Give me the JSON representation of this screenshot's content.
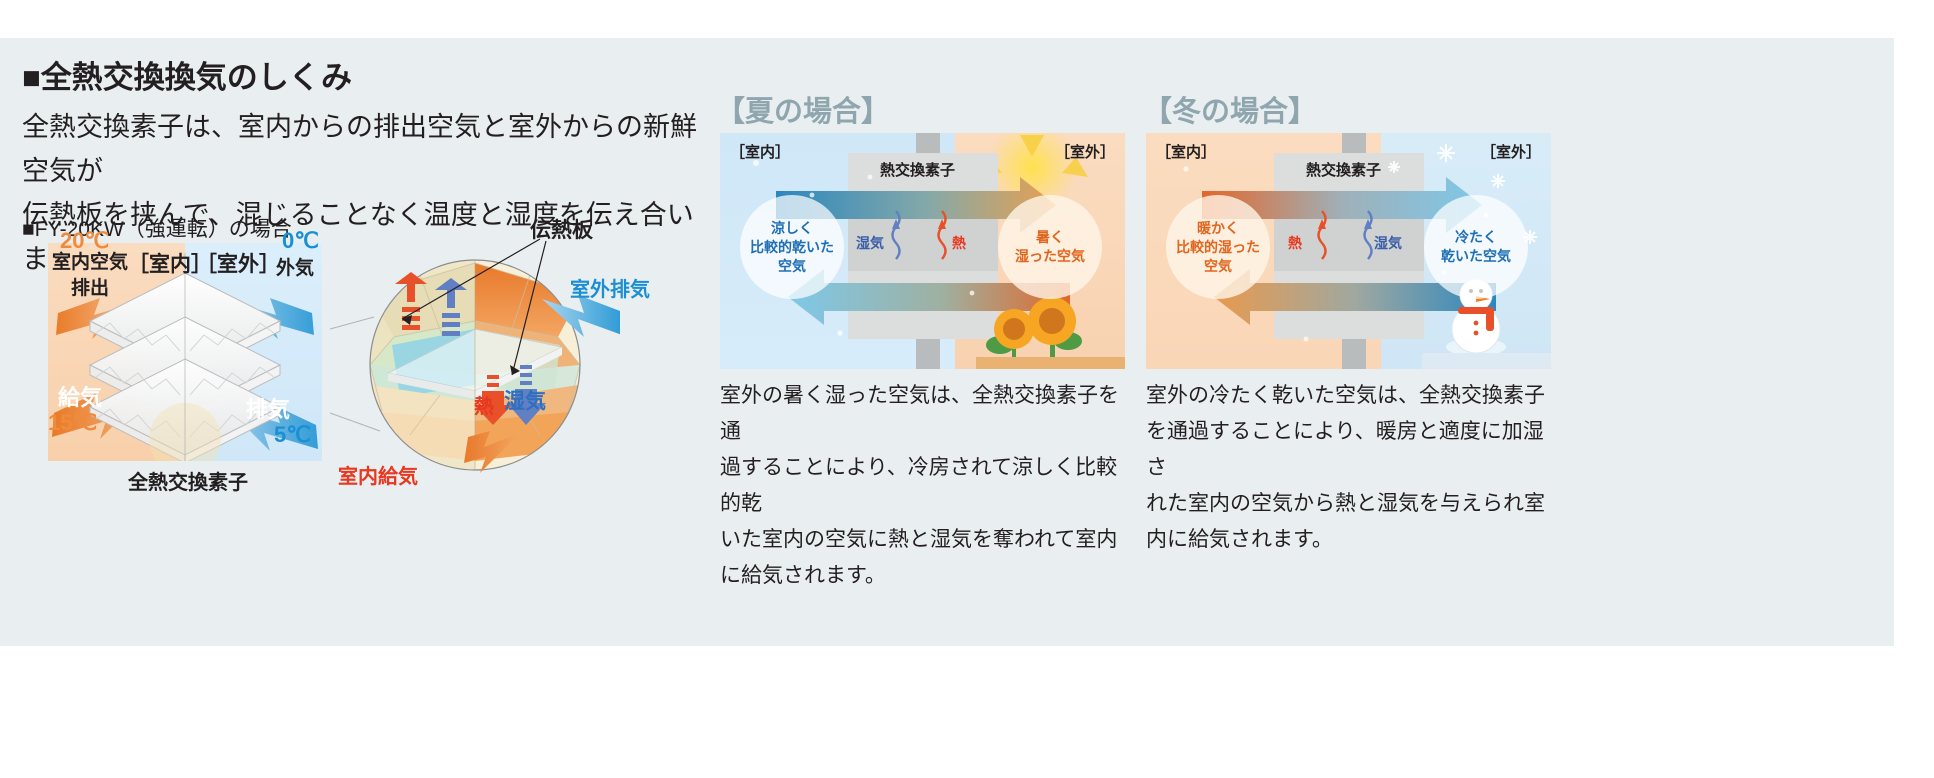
{
  "header": {
    "title": "■全熱交換換気のしくみ",
    "description": "全熱交換素子は、室内からの排出空気と室外からの新鮮空気が伝熱板を挟んで、混じることなく温度と湿度を伝え合います。",
    "description_line1": "全熱交換素子は、室内からの排出空気と室外からの新鮮空気が",
    "description_line2": "伝熱板を挟んで、混じることなく温度と湿度を伝え合います。",
    "subtitle": "■FY-20KW（強運転）の場合"
  },
  "element_diagram": {
    "indoor_tag": "［室内］",
    "outdoor_tag": "［室外］",
    "indoor_temp": "20℃",
    "indoor_air_label_line1": "室内空気",
    "indoor_air_label_line2": "排出",
    "outdoor_temp": "0℃",
    "outdoor_air_label": "外気",
    "supply_label": "給気",
    "supply_temp": "15℃",
    "exhaust_label": "排気",
    "exhaust_temp": "5℃",
    "element_caption": "全熱交換素子"
  },
  "sphere_diagram": {
    "plate_label": "伝熱板",
    "outdoor_exhaust_label": "室外排気",
    "indoor_supply_label": "室内給気",
    "heat_label": "熱",
    "humidity_label": "湿気"
  },
  "summer": {
    "title": "【夏の場合】",
    "indoor_tag": "［室内］",
    "outdoor_tag": "［室外］",
    "element_tag": "熱交換素子",
    "indoor_bubble_line1": "涼しく",
    "indoor_bubble_line2": "比較的乾いた",
    "indoor_bubble_line3": "空気",
    "outdoor_bubble_line1": "暑く",
    "outdoor_bubble_line2": "湿った空気",
    "humidity_label": "湿気",
    "heat_label": "熱",
    "caption": "室外の暑く湿った空気は、全熱交換素子を通過することにより、冷房されて涼しく比較的乾いた室内の空気に熱と湿気を奪われて室内に給気されます。",
    "caption_lines": [
      "室外の暑く湿った空気は、全熱交換素子を通",
      "過することにより、冷房されて涼しく比較的乾",
      "いた室内の空気に熱と湿気を奪われて室内",
      "に給気されます。"
    ]
  },
  "winter": {
    "title": "【冬の場合】",
    "indoor_tag": "［室内］",
    "outdoor_tag": "［室外］",
    "element_tag": "熱交換素子",
    "indoor_bubble_line1": "暖かく",
    "indoor_bubble_line2": "比較的湿った",
    "indoor_bubble_line3": "空気",
    "outdoor_bubble_line1": "冷たく",
    "outdoor_bubble_line2": "乾いた空気",
    "humidity_label": "湿気",
    "heat_label": "熱",
    "caption": "室外の冷たく乾いた空気は、全熱交換素子を通過することにより、暖房と適度に加湿された室内の空気から熱と湿気を与えられ室内に給気されます。",
    "caption_lines": [
      "室外の冷たく乾いた空気は、全熱交換素子",
      "を通過することにより、暖房と適度に加湿さ",
      "れた室内の空気から熱と湿気を与えられ室",
      "内に給気されます。"
    ]
  },
  "colors": {
    "background": "#e9eef0",
    "warm": "#ef8b3c",
    "cool": "#1b8fd4",
    "heat_red": "#e8381f",
    "humidity_blue": "#2f6fc0",
    "season_title": "#8fa6ae",
    "text": "#231f20"
  }
}
